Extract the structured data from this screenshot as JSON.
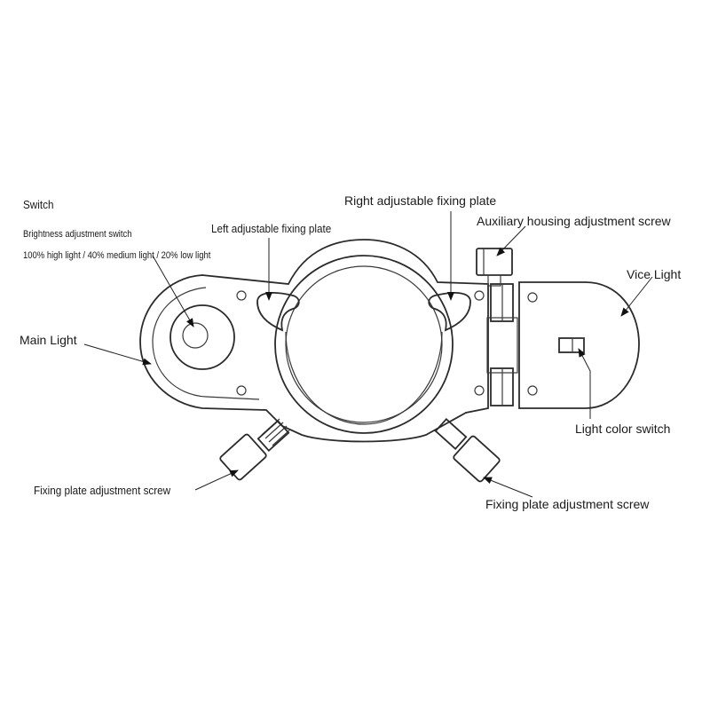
{
  "labels": {
    "switch_title": "Switch",
    "switch_desc": "Brightness adjustment switch",
    "switch_levels": "100% high light / 40% medium light / 20% low light",
    "main_light": "Main Light",
    "left_plate": "Left adjustable fixing plate",
    "right_plate": "Right adjustable fixing plate",
    "aux_screw": "Auxiliary housing adjustment screw",
    "vice_light": "Vice Light",
    "light_color_switch": "Light color switch",
    "fixing_screw_left": "Fixing plate adjustment screw",
    "fixing_screw_right": "Fixing plate adjustment screw"
  },
  "colors": {
    "line": "#2b2b2b",
    "text": "#1a1a1a",
    "background": "#ffffff"
  }
}
